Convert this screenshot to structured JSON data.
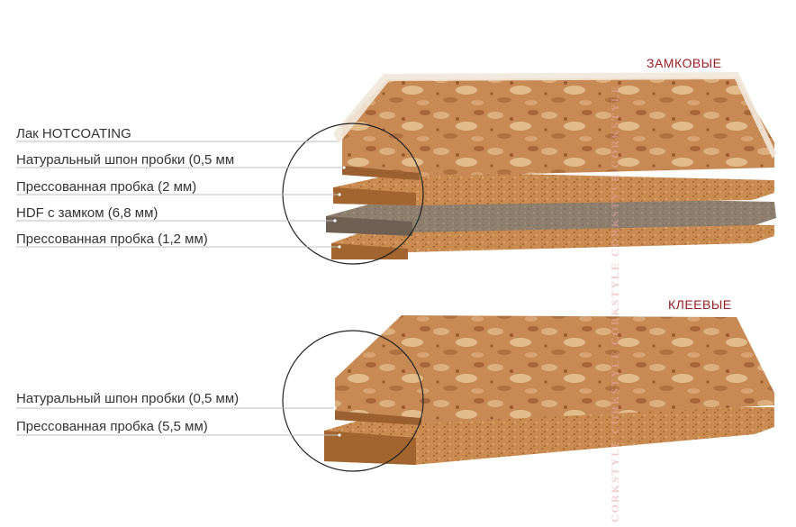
{
  "titles": {
    "lock": "ЗАМКОВЫЕ",
    "glue": "КЛЕЕВЫЕ"
  },
  "lock_layers": [
    "Лак HOTCOATING",
    "Натуральный шпон пробки (0,5 мм",
    "Прессованная пробка (2 мм)",
    "HDF с замком (6,8 мм)",
    "Прессованная пробка (1,2 мм)"
  ],
  "glue_layers": [
    "Натуральный шпон пробки (0,5 мм)",
    "Прессованная пробка (5,5 мм)"
  ],
  "watermark": "CORKSTYLE CORKSTYLE CORKSTYLE CORKSTYLE CORKSTYLE",
  "colors": {
    "title": "#9a1e22",
    "label": "#333333",
    "leader": "#bfbfbf",
    "cork_top": "#c88a55",
    "cork_top_light": "#e0b585",
    "cork_edge": "#b77a45",
    "cork_front": "#9c5f2f",
    "hdf_top": "#8b7b6a",
    "hdf_front": "#6e6154",
    "lacquer": "#f2e8dc",
    "watermark": "#e9a6a8"
  }
}
